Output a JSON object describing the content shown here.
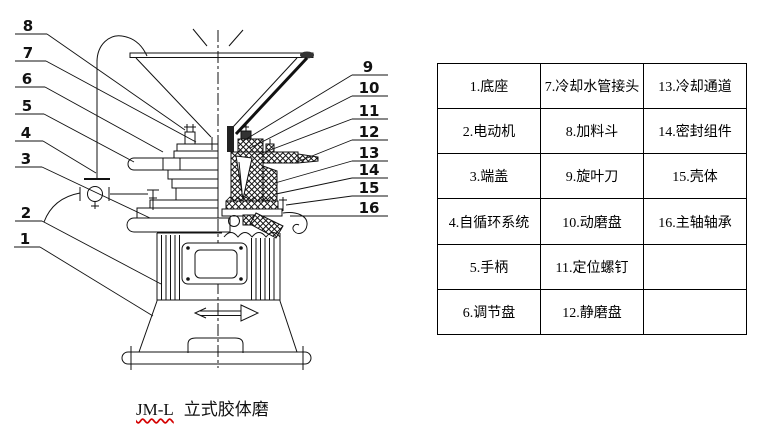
{
  "diagram": {
    "callouts_left": [
      "8",
      "7",
      "6",
      "5",
      "4",
      "3",
      "2",
      "1"
    ],
    "callouts_right": [
      "9",
      "10",
      "11",
      "12",
      "13",
      "14",
      "15",
      "16"
    ],
    "caption_model": "JM-L",
    "caption_name": "立式胶体磨"
  },
  "table": {
    "rows": [
      [
        "1.底座",
        "7.冷却水管接头",
        "13.冷却通道"
      ],
      [
        "2.电动机",
        "8.加料斗",
        "14.密封组件"
      ],
      [
        "3.端盖",
        "9.旋叶刀",
        "15.壳体"
      ],
      [
        "4.自循环系统",
        "10.动磨盘",
        "16.主轴轴承"
      ],
      [
        "5.手柄",
        "11.定位螺钉",
        ""
      ],
      [
        "6.调节盘",
        "12.静磨盘",
        ""
      ]
    ]
  },
  "colors": {
    "ink": "#111111",
    "squiggle": "#d40000",
    "background": "#ffffff"
  }
}
